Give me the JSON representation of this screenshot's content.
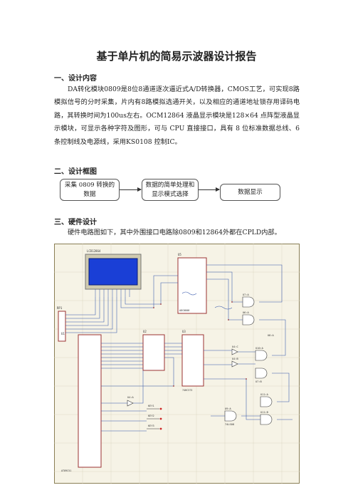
{
  "title": "基于单片机的简易示波器设计报告",
  "sections": {
    "content": {
      "heading": "一、设计内容",
      "paragraph": "DA转化模块0809是8位8通道逐次逼近式A/D转换器，CMOS工艺，可实现8路模拟信号的分时采集，片内有8路模拟选通开关，以及相应的通道地址锁存用译码电路，其转换时间为100us左右。OCM12864 液晶显示模块是128×64 点阵型液晶显示模块，可显示各种字符及图形，可与 CPU 直接接口，具有 8 位标准数据总线、6 条控制线及电源线，采用KS0108 控制IC。"
    },
    "block_diagram": {
      "heading": "二、设计框图",
      "boxes": [
        "采集 0809 转换的数据",
        "数据的简单处理和显示模式选择",
        "数据显示"
      ]
    },
    "hardware": {
      "heading": "三、硬件设计",
      "paragraph": "硬件电路图如下，其中外围接口电路除0809和12864外都在CPLD内部。"
    }
  },
  "schematic": {
    "lcd_label": "LCD12864",
    "chips": [
      "U1",
      "U2",
      "U3",
      "U4:A",
      "U4:B",
      "U4:C",
      "U5",
      "U6:A",
      "U7:A",
      "U7:B",
      "U8:A",
      "U9:A",
      "U10:A",
      "U11:A",
      "U11:B"
    ],
    "rp_label": "RP1",
    "keys": [
      "KEY1",
      "KEY2",
      "KEY3"
    ],
    "adc_label": "ADC0808",
    "mcu_label": "AT89C51",
    "latch_label": "74HC373",
    "gate_label": "74LS08",
    "colors": {
      "lcd_screen": "#1a3fd6",
      "wire": "#3355aa",
      "chip": "#9b3030",
      "board": "#f6f3e6",
      "frame": "#8a7f55"
    }
  }
}
